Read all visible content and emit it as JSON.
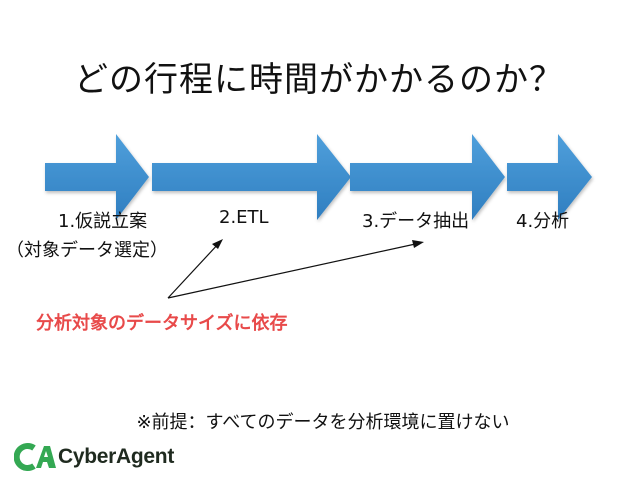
{
  "slide": {
    "title": "どの行程に時間がかかるのか？",
    "stages": [
      {
        "label": "1.仮説立案",
        "sub_label": "（対象データ選定）"
      },
      {
        "label": "2.ETL"
      },
      {
        "label": "3.データ抽出"
      },
      {
        "label": "4.分析"
      }
    ],
    "note": "分析対象のデータサイズに依存",
    "premise": "※前提：すべてのデータを分析環境に置けない",
    "logo_text": "CyberAgent"
  },
  "colors": {
    "arrow_fill": "#2f7ec0",
    "arrow_light": "#4f9fdb",
    "note_text": "#e84a4a",
    "logo_green": "#34a853"
  }
}
